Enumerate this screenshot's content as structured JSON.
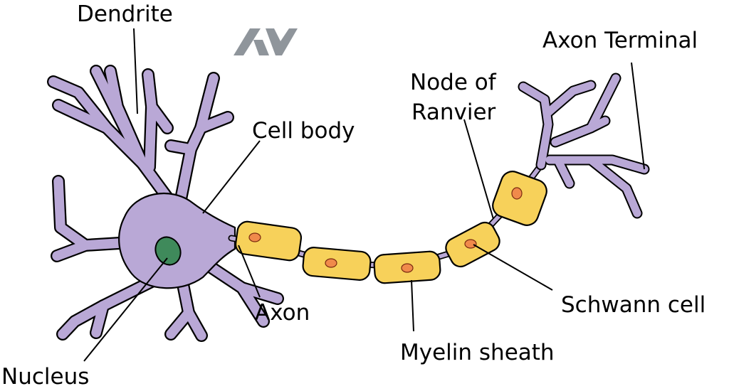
{
  "labels": {
    "dendrite": "Dendrite",
    "cell_body": "Cell body",
    "nucleus": "Nucleus",
    "axon": "Axon",
    "node_of_ranvier_line1": "Node of",
    "node_of_ranvier_line2": "Ranvier",
    "axon_terminal": "Axon Terminal",
    "schwann_cell": "Schwann cell",
    "myelin_sheath": "Myelin sheath"
  },
  "colors": {
    "cell_fill": "#b9a8d6",
    "outline": "#000000",
    "nucleus": "#3f8a5b",
    "myelin": "#f7d15a",
    "schwann_nucleus": "#f08a4b",
    "logo": "#8f959b"
  },
  "logo": {
    "icon": "av-logo-icon"
  }
}
